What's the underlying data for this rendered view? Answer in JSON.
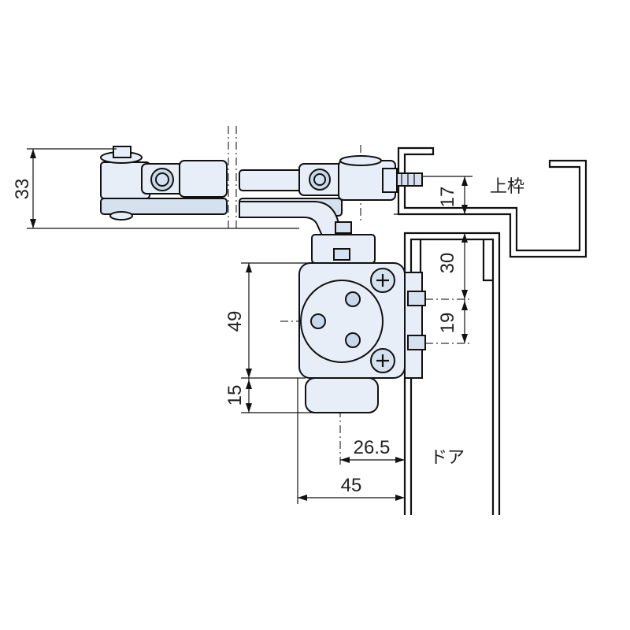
{
  "dimensions": {
    "d33": "33",
    "d17": "17",
    "d30": "30",
    "d19": "19",
    "d49": "49",
    "d15": "15",
    "d26_5": "26.5",
    "d45": "45"
  },
  "labels": {
    "upper_frame": "上枠",
    "door": "ドア"
  },
  "colors": {
    "part_fill": "#e7eef8",
    "line": "#111111"
  }
}
